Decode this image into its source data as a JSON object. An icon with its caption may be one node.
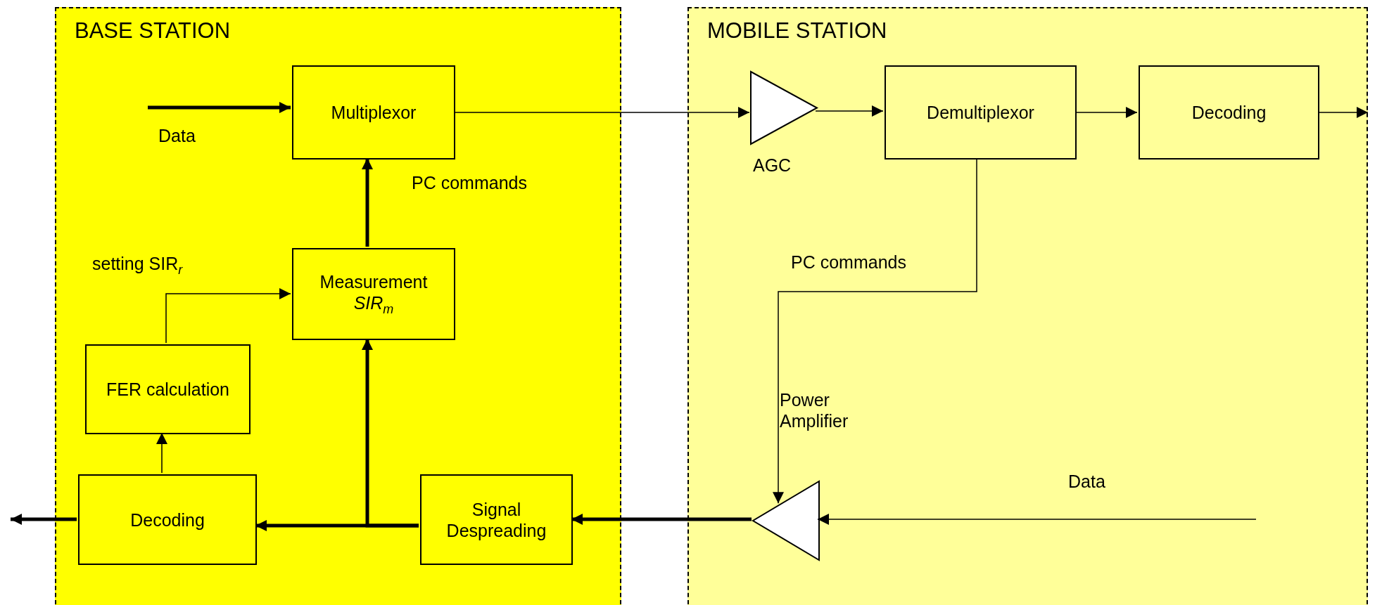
{
  "diagram": {
    "nodes": [
      {
        "text": [
          "BASE STATION"
        ]
      },
      {
        "text": [
          "MOBILE STATION"
        ]
      },
      {
        "text": [
          "Multiplexor"
        ],
        "in": 0
      },
      {
        "text": [
          "Measurement *SIR*$_{m}$"
        ],
        "in": 0
      },
      {
        "text": [
          "FER calculation"
        ],
        "in": 0
      },
      {
        "text": [
          "Decoding"
        ],
        "in": 0
      },
      {
        "text": [
          "Signal Despreading"
        ],
        "in": 0
      },
      {
        "text": [],
        "shape": "triangle",
        "beside": [
          "AGC"
        ],
        "in": 1
      },
      {
        "text": [
          "Demultiplexor"
        ],
        "in": 1
      },
      {
        "text": [
          "Decoding"
        ],
        "in": 1
      },
      {
        "text": [],
        "shape": "triangle",
        "beside": [
          "Power Amplifier"
        ],
        "in": 1
      }
    ],
    "edges": [
      {
        "from": null,
        "to": 2,
        "arrow": "to",
        "label": "Data",
        "style": "thick"
      },
      {
        "from": 2,
        "to": 7,
        "arrow": "to"
      },
      {
        "from": 7,
        "to": 8,
        "arrow": "to"
      },
      {
        "from": 8,
        "to": 9,
        "arrow": "to"
      },
      {
        "from": 9,
        "to": null,
        "arrow": "to"
      },
      {
        "from": 8,
        "to": 10,
        "arrow": "to",
        "label": "PC commands"
      },
      {
        "from": null,
        "to": 10,
        "arrow": "to",
        "label": "Data"
      },
      {
        "from": 10,
        "to": 6,
        "arrow": "to",
        "style": "thick"
      },
      {
        "from": 6,
        "to": 5,
        "arrow": "to",
        "style": "thick"
      },
      {
        "from": 6,
        "to": 3,
        "arrow": "to",
        "style": "thick"
      },
      {
        "from": 3,
        "to": 2,
        "arrow": "to",
        "label": "PC commands",
        "style": "thick"
      },
      {
        "from": 4,
        "to": 3,
        "arrow": "to",
        "label": "setting SIR$_{r}$"
      },
      {
        "from": 5,
        "to": 4,
        "arrow": "to"
      },
      {
        "from": 5,
        "to": null,
        "arrow": "to",
        "style": "thick"
      }
    ]
  }
}
